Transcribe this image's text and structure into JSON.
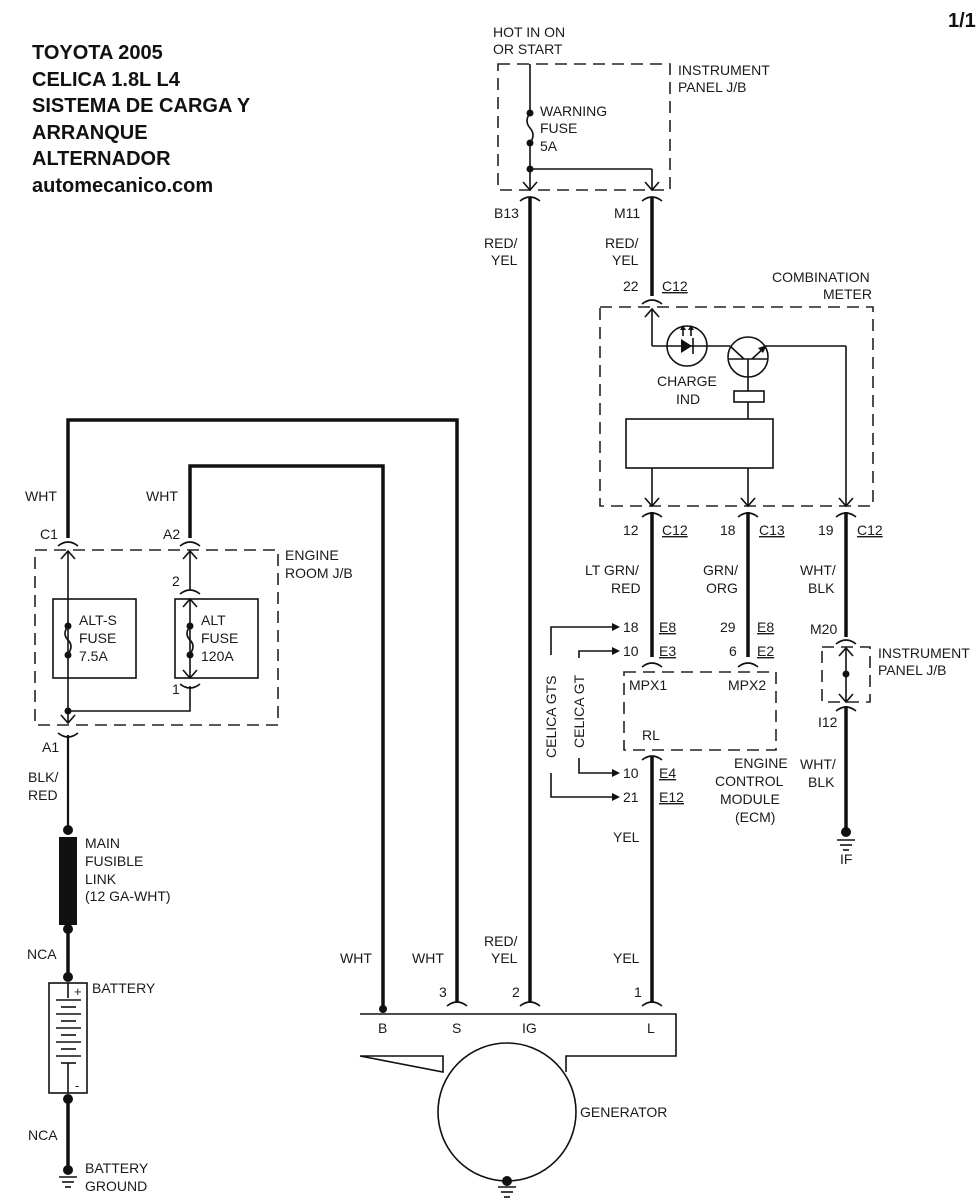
{
  "page_number": "1/1",
  "title_lines": [
    "TOYOTA 2005",
    "CELICA 1.8L L4",
    "SISTEMA DE CARGA Y",
    "ARRANQUE",
    "ALTERNADOR",
    "automecanico.com"
  ],
  "power_source": {
    "line1": "HOT IN ON",
    "line2": "OR START"
  },
  "instrument_panel_jb_top": {
    "label1": "INSTRUMENT",
    "label2": "PANEL J/B",
    "fuse": {
      "line1": "WARNING",
      "line2": "FUSE",
      "line3": "5A"
    },
    "connectors": {
      "left": "B13",
      "right": "M11"
    }
  },
  "wires": {
    "b13_color": {
      "line1": "RED/",
      "line2": "YEL"
    },
    "m11_color": {
      "line1": "RED/",
      "line2": "YEL"
    },
    "ig_color": {
      "line1": "RED/",
      "line2": "YEL"
    },
    "c12_12_color": {
      "line1": "LT GRN/",
      "line2": "RED"
    },
    "c13_18_color": {
      "line1": "GRN/",
      "line2": "ORG"
    },
    "c12_19_color": {
      "line1": "WHT/",
      "line2": "BLK"
    },
    "i12_color": {
      "line1": "WHT/",
      "line2": "BLK"
    },
    "yel_upper": "YEL",
    "yel_lower": "YEL",
    "c1_color": "WHT",
    "a2_color": "WHT",
    "b_color": "WHT",
    "s_color": "WHT",
    "a1_color": {
      "line1": "BLK/",
      "line2": "RED"
    },
    "nca_upper": "NCA",
    "nca_lower": "NCA"
  },
  "combination_meter": {
    "label1": "COMBINATION",
    "label2": "METER",
    "top_pin": {
      "pin": "22",
      "conn": "C12"
    },
    "indicator": {
      "line1": "CHARGE",
      "line2": "IND"
    },
    "bottom_pins": [
      {
        "pin": "12",
        "conn": "C12"
      },
      {
        "pin": "18",
        "conn": "C13"
      },
      {
        "pin": "19",
        "conn": "C12"
      }
    ]
  },
  "ecm": {
    "label1": "ENGINE",
    "label2": "CONTROL",
    "label3": "MODULE",
    "label4": "(ECM)",
    "terminals": {
      "mpx1": "MPX1",
      "mpx2": "MPX2",
      "rl": "RL"
    },
    "pins": {
      "gts_mpx1": {
        "pin": "18",
        "conn": "E8"
      },
      "gt_mpx1": {
        "pin": "10",
        "conn": "E3"
      },
      "gts_mpx2": {
        "pin": "29",
        "conn": "E8"
      },
      "gt_mpx2": {
        "pin": "6",
        "conn": "E2"
      },
      "gt_rl": {
        "pin": "10",
        "conn": "E4"
      },
      "gts_rl": {
        "pin": "21",
        "conn": "E12"
      }
    },
    "variants": {
      "gts": "CELICA GTS",
      "gt": "CELICA GT"
    }
  },
  "instrument_panel_jb_lower": {
    "label1": "INSTRUMENT",
    "label2": "PANEL J/B",
    "connectors": {
      "top": "M20",
      "bottom": "I12"
    },
    "ground": "IF"
  },
  "engine_room_jb": {
    "label1": "ENGINE",
    "label2": "ROOM J/B",
    "connectors": {
      "c1": "C1",
      "a2": "A2",
      "a1": "A1",
      "pin2": "2",
      "pin1": "1"
    },
    "alt_s_fuse": {
      "line1": "ALT-S",
      "line2": "FUSE",
      "line3": "7.5A"
    },
    "alt_fuse": {
      "line1": "ALT",
      "line2": "FUSE",
      "line3": "120A"
    }
  },
  "fusible_link": {
    "line1": "MAIN",
    "line2": "FUSIBLE",
    "line3": "LINK",
    "line4": "(12 GA-WHT)"
  },
  "battery": {
    "label": "BATTERY",
    "plus": "+",
    "minus": "-"
  },
  "battery_ground": {
    "line1": "BATTERY",
    "line2": "GROUND"
  },
  "generator": {
    "label": "GENERATOR",
    "terminals": {
      "b": "B",
      "s": "S",
      "ig": "IG",
      "l": "L"
    },
    "pins": {
      "s": "3",
      "ig": "2",
      "l": "1"
    }
  }
}
